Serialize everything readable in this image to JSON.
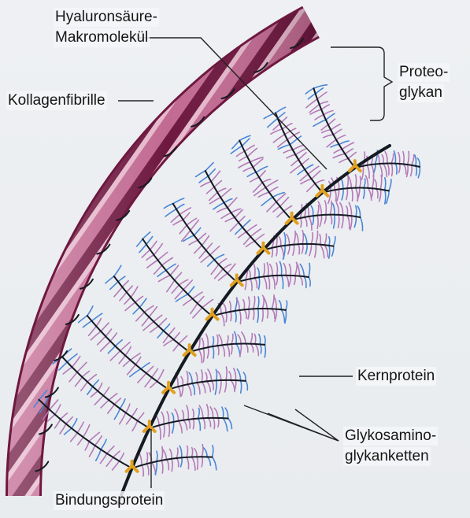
{
  "labels": {
    "hyaluron_line1": "Hyaluronsäure-",
    "hyaluron_line2": "Makromolekül",
    "kollagen": "Kollagenfibrille",
    "proteo_line1": "Proteo-",
    "proteo_line2": "glykan",
    "kernprotein": "Kernprotein",
    "glyko_line1": "Glykosamino-",
    "glyko_line2": "glykanketten",
    "bindungsprotein": "Bindungsprotein"
  },
  "colors": {
    "collagen_dark": "#6e1840",
    "collagen_mid": "#a8406e",
    "collagen_light": "#e6b8cc",
    "gag_pink": "#b47ab8",
    "gag_blue": "#4a86d6",
    "core": "#141a22",
    "link": "#e0a020"
  },
  "icons": {
    "link_protein": "orange-link-protein"
  }
}
